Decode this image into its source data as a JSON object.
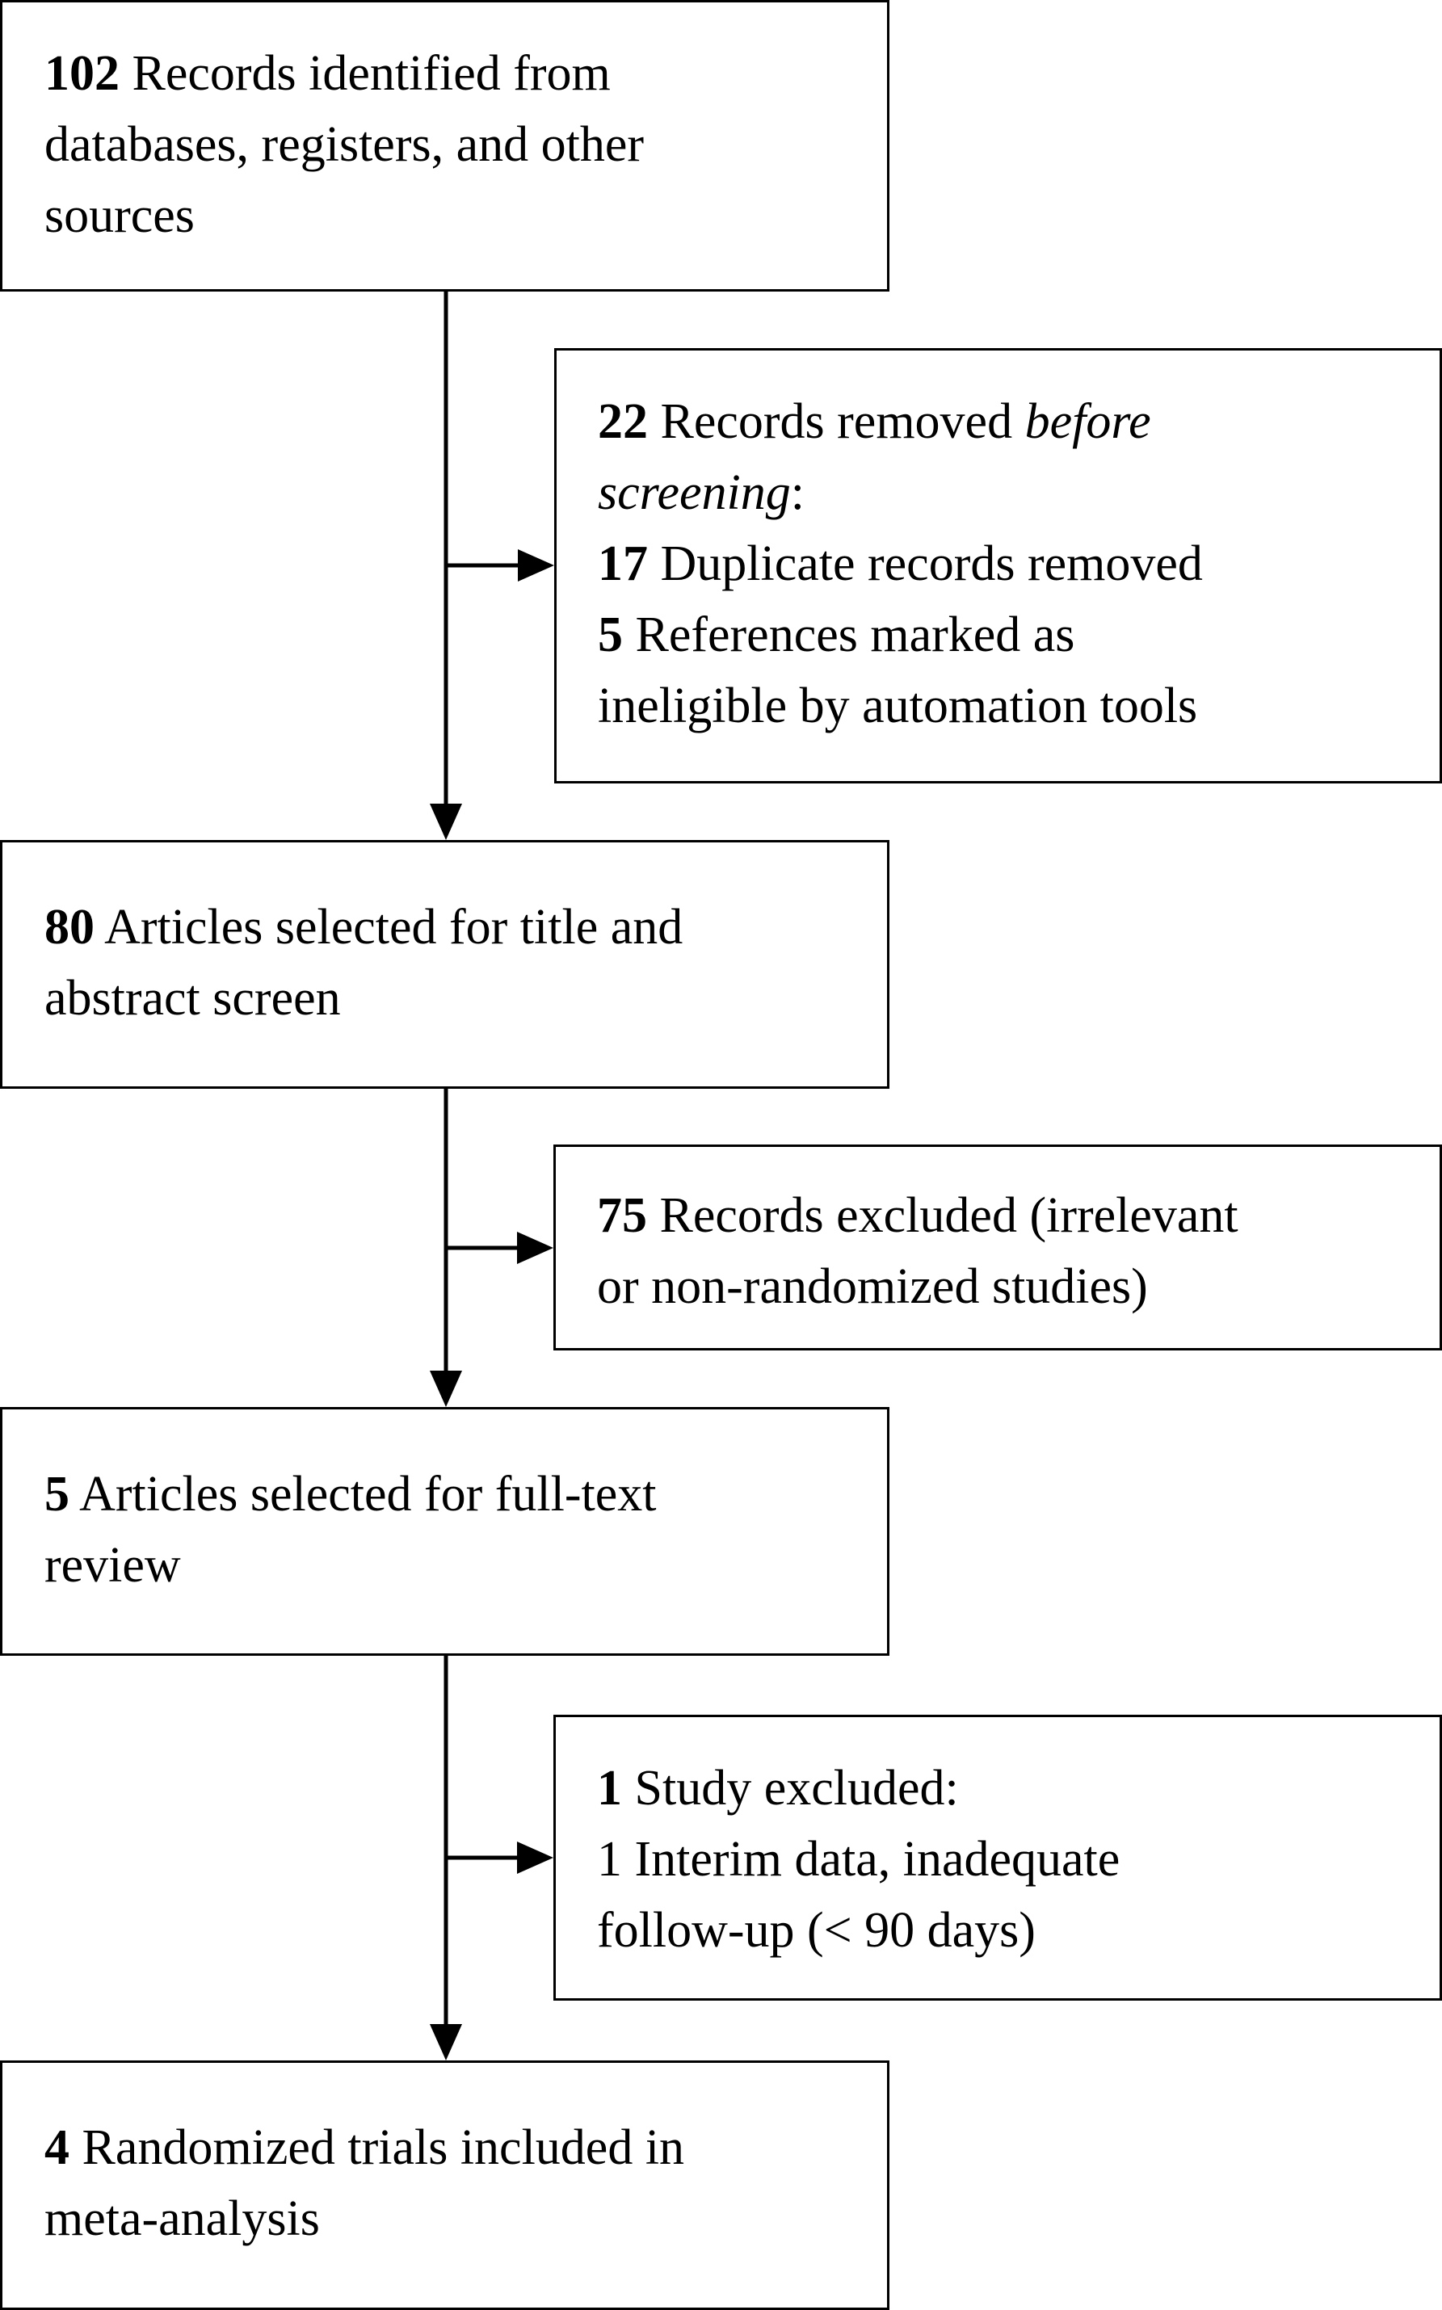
{
  "flow": {
    "identified": {
      "count": "102",
      "text": " Records identified from",
      "line2": "databases, registers, and other",
      "line3": "sources"
    },
    "removed": {
      "count": "22",
      "text": " Records removed ",
      "text_italic": "before",
      "line2_italic": "screening",
      "line2_rest": ":",
      "dup_count": "17",
      "dup_text": " Duplicate records removed",
      "auto_count": "5",
      "auto_text": " References marked as",
      "auto_line2": "ineligible by automation tools"
    },
    "screened": {
      "count": "80",
      "text": " Articles selected for title and",
      "line2": "abstract screen"
    },
    "excluded_screen": {
      "count": "75",
      "text": " Records excluded (irrelevant",
      "line2": "or non-randomized studies)"
    },
    "fulltext": {
      "count": "5",
      "text": " Articles selected for full-text",
      "line2": "review"
    },
    "excluded_fulltext": {
      "count": "1",
      "text": " Study excluded:",
      "line2": "1 Interim data, inadequate",
      "line3": "follow-up (< 90 days)"
    },
    "included": {
      "count": "4",
      "text": " Randomized trials included in",
      "line2": "meta-analysis"
    }
  },
  "colors": {
    "stroke": "#000000",
    "background": "#ffffff"
  }
}
